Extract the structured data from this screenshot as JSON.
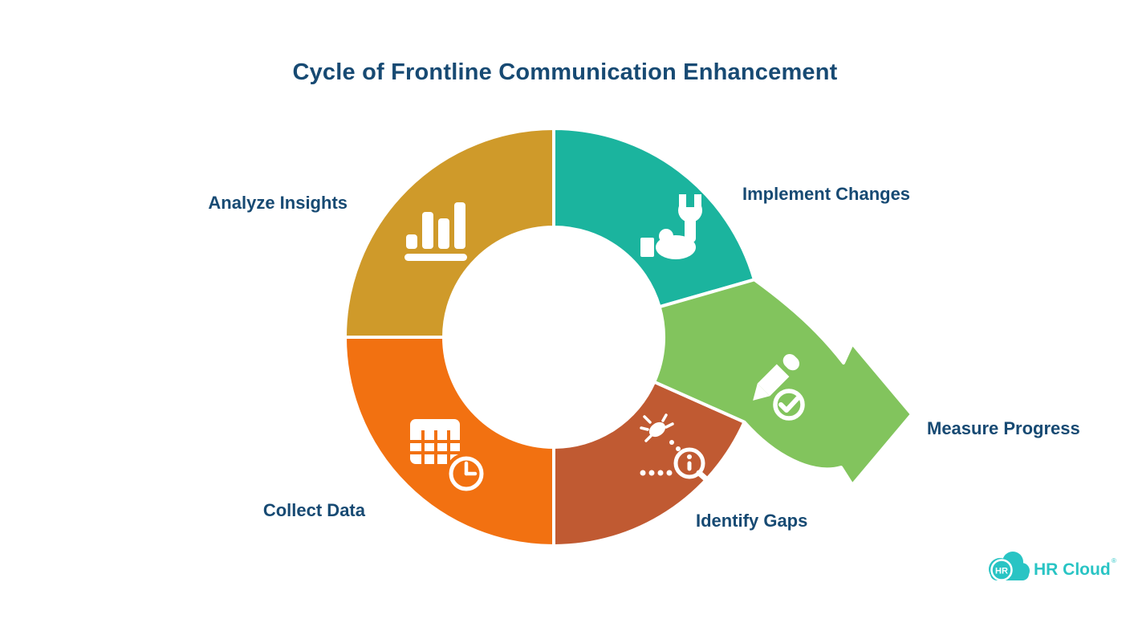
{
  "title": "Cycle of Frontline Communication Enhancement",
  "colors": {
    "navy": "#174A73",
    "gold": "#CF9A2A",
    "teal": "#1BB49E",
    "orange": "#F27111",
    "rust": "#C05A32",
    "green": "#82C45D",
    "white": "#FFFFFF",
    "logo_teal": "#29C4C4"
  },
  "cycle": {
    "steps": [
      {
        "label": "Analyze Insights",
        "icon": "bar-chart-icon",
        "color_key": "gold",
        "position": "top-left"
      },
      {
        "label": "Implement Changes",
        "icon": "hand-wrench-icon",
        "color_key": "teal",
        "position": "top-right"
      },
      {
        "label": "Measure Progress",
        "icon": "pen-check-icon",
        "color_key": "green",
        "position": "right-arrow"
      },
      {
        "label": "Identify Gaps",
        "icon": "bug-search-icon",
        "color_key": "rust",
        "position": "bottom-right"
      },
      {
        "label": "Collect Data",
        "icon": "calendar-clock-icon",
        "color_key": "orange",
        "position": "bottom-left"
      }
    ]
  },
  "logo": {
    "badge": "HR",
    "name": "HR Cloud",
    "registered": "®"
  }
}
